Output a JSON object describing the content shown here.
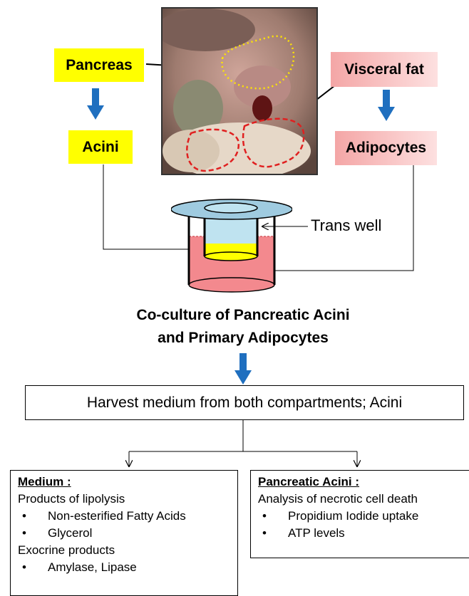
{
  "labels": {
    "pancreas": "Pancreas",
    "acini": "Acini",
    "visceral_fat": "Visceral fat",
    "adipocytes": "Adipocytes",
    "trans_well": "Trans well"
  },
  "title": {
    "line1": "Co-culture of Pancreatic Acini",
    "line2": "and Primary Adipocytes"
  },
  "harvest": "Harvest medium from both compartments; Acini",
  "medium_panel": {
    "header": "Medium :",
    "section1": "Products of lipolysis",
    "items1": [
      "Non-esterified Fatty Acids",
      "Glycerol"
    ],
    "section2": "Exocrine products",
    "items2": [
      "Amylase, Lipase"
    ]
  },
  "acini_panel": {
    "header": "Pancreatic Acini :",
    "section1": "Analysis of necrotic cell death",
    "items1": [
      "Propidium Iodide uptake",
      "ATP levels"
    ]
  },
  "colors": {
    "yellow": "#ffff00",
    "pink": "#f4a6a6",
    "arrow_blue": "#1f6fbf",
    "medium_pink": "#f3898e",
    "insert_blue": "#bfe3f0",
    "insert_yellow": "#ffff00",
    "outline_dotted": "#ffe600",
    "outline_dashed": "#e02020"
  }
}
